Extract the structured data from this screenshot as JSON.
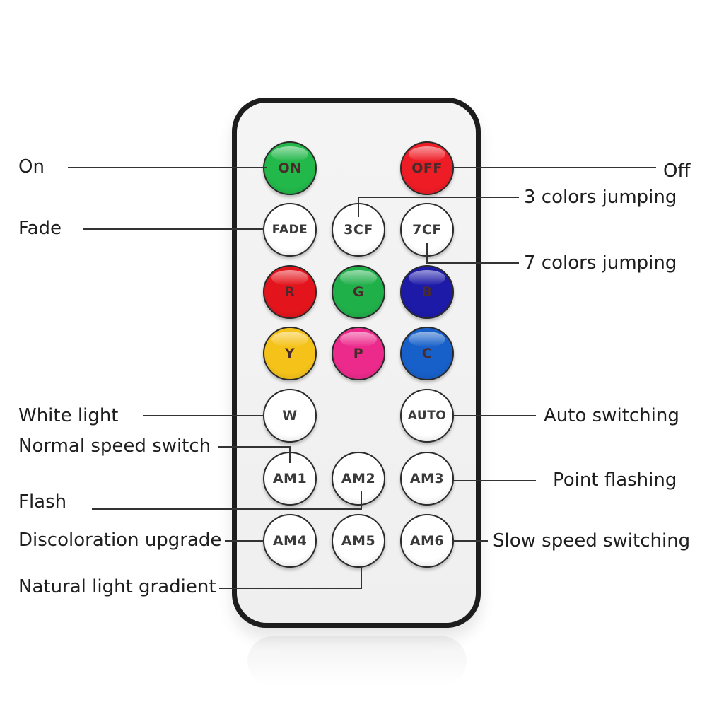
{
  "buttons": [
    {
      "id": "on",
      "label": "ON",
      "color": "#22b84a"
    },
    {
      "id": "off",
      "label": "OFF",
      "color": "#ee1c25"
    },
    {
      "id": "fade",
      "label": "FADE",
      "color": "#ffffff"
    },
    {
      "id": "3cf",
      "label": "3CF",
      "color": "#ffffff"
    },
    {
      "id": "7cf",
      "label": "7CF",
      "color": "#ffffff"
    },
    {
      "id": "r",
      "label": "R",
      "color": "#e3141c"
    },
    {
      "id": "g",
      "label": "G",
      "color": "#20b04a"
    },
    {
      "id": "b",
      "label": "B",
      "color": "#1d1aa8"
    },
    {
      "id": "y",
      "label": "Y",
      "color": "#f5c21a"
    },
    {
      "id": "p",
      "label": "P",
      "color": "#ec2a8c"
    },
    {
      "id": "c",
      "label": "C",
      "color": "#1760c9"
    },
    {
      "id": "w",
      "label": "W",
      "color": "#ffffff"
    },
    {
      "id": "auto",
      "label": "AUTO",
      "color": "#ffffff"
    },
    {
      "id": "am1",
      "label": "AM1",
      "color": "#ffffff"
    },
    {
      "id": "am2",
      "label": "AM2",
      "color": "#ffffff"
    },
    {
      "id": "am3",
      "label": "AM3",
      "color": "#ffffff"
    },
    {
      "id": "am4",
      "label": "AM4",
      "color": "#ffffff"
    },
    {
      "id": "am5",
      "label": "AM5",
      "color": "#ffffff"
    },
    {
      "id": "am6",
      "label": "AM6",
      "color": "#ffffff"
    }
  ],
  "callouts": {
    "on": "On",
    "off": "Off",
    "fade": "Fade",
    "three_cf": "3 colors jumping",
    "seven_cf": "7 colors jumping",
    "white": "White light",
    "auto": "Auto switching",
    "am1": "Normal speed switch",
    "am3": "Point flashing",
    "am2": "Flash",
    "am4": "Discoloration upgrade",
    "am6": "Slow speed switching",
    "am5": "Natural light gradient"
  }
}
